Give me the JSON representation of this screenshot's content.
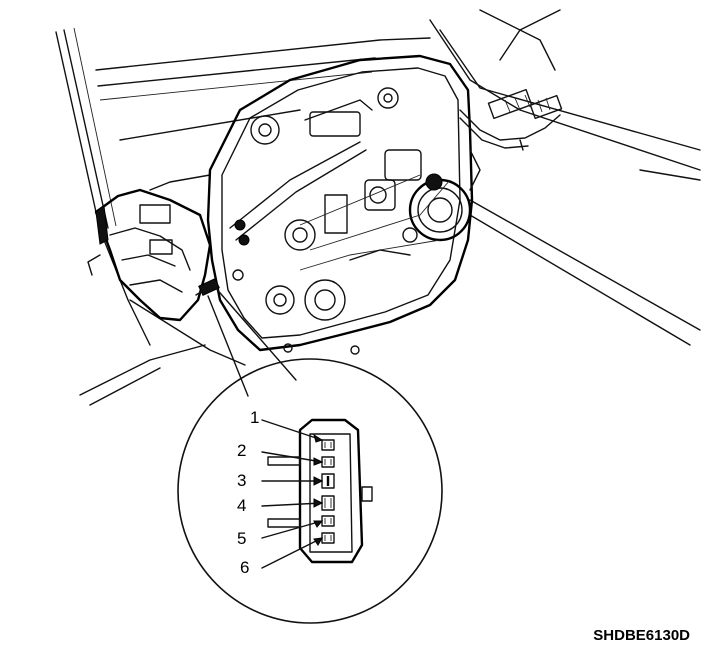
{
  "diagram": {
    "figure_code": "SHDBE6130D",
    "pin_labels": [
      "1",
      "2",
      "3",
      "4",
      "5",
      "6"
    ]
  }
}
